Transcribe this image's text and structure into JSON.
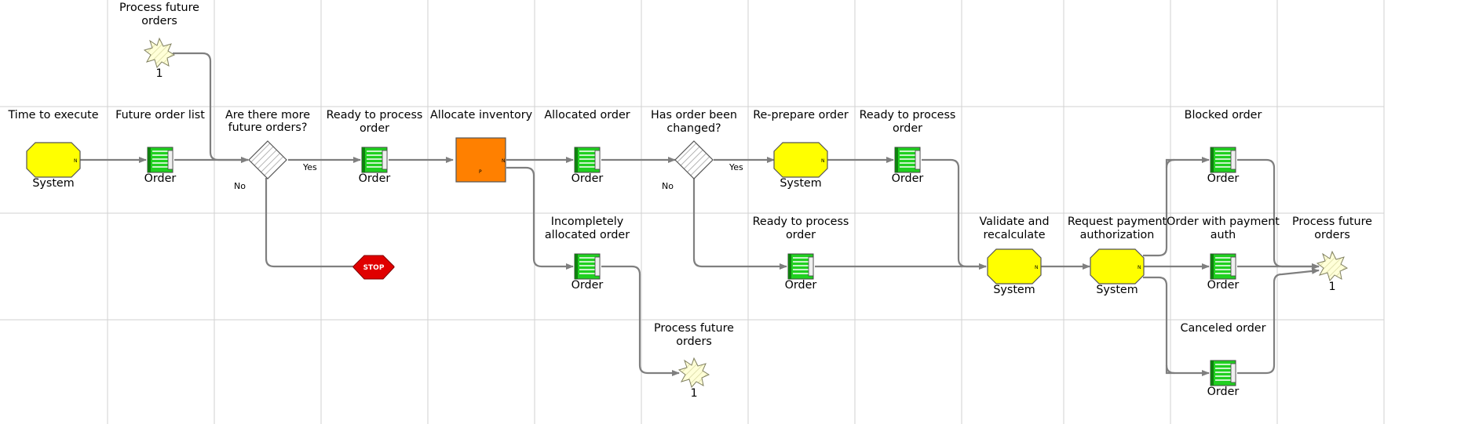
{
  "labels": {
    "evt_top": "Process future orders",
    "evt_top_num": "1",
    "time_to_execute": "Time to execute",
    "system_1": "System",
    "future_order_list": "Future order list",
    "order_1": "Order",
    "are_there_more": "Are there more future orders?",
    "yes_1": "Yes",
    "no_1": "No",
    "ready_1": "Ready to process order",
    "order_2": "Order",
    "stop": "STOP",
    "allocate_inventory": "Allocate inventory",
    "allocated_order": "Allocated order",
    "order_3": "Order",
    "incomplete": "Incompletely allocated order",
    "order_4": "Order",
    "evt_bottom": "Process future orders",
    "evt_bottom_num": "1",
    "has_changed": "Has order been changed?",
    "yes_2": "Yes",
    "no_2": "No",
    "reprepare": "Re-prepare order",
    "system_2": "System",
    "ready_2": "Ready to process order",
    "order_5": "Order",
    "ready_3": "Ready to process order",
    "order_6": "Order",
    "validate": "Validate and recalculate",
    "system_3": "System",
    "request_payment": "Request payment authorization",
    "system_4": "System",
    "blocked": "Blocked order",
    "order_7": "Order",
    "payment_auth": "Order with payment auth",
    "order_8": "Order",
    "canceled": "Canceled order",
    "order_9": "Order",
    "evt_right": "Process future orders",
    "evt_right_num": "1"
  },
  "markers": {
    "n": "N",
    "p": "P"
  },
  "colors": {
    "task_yellow": "#ffff00",
    "task_orange": "#ff8000",
    "doc_green": "#20d020",
    "stop_red": "#e00000",
    "event_fill": "#ffffd8",
    "connector": "#7f7f7f",
    "grid": "#d2d2d2"
  },
  "icons": [
    "octagon-task-icon",
    "document-icon",
    "gateway-diamond-icon",
    "stop-sign-icon",
    "star-event-icon",
    "process-box-icon"
  ]
}
